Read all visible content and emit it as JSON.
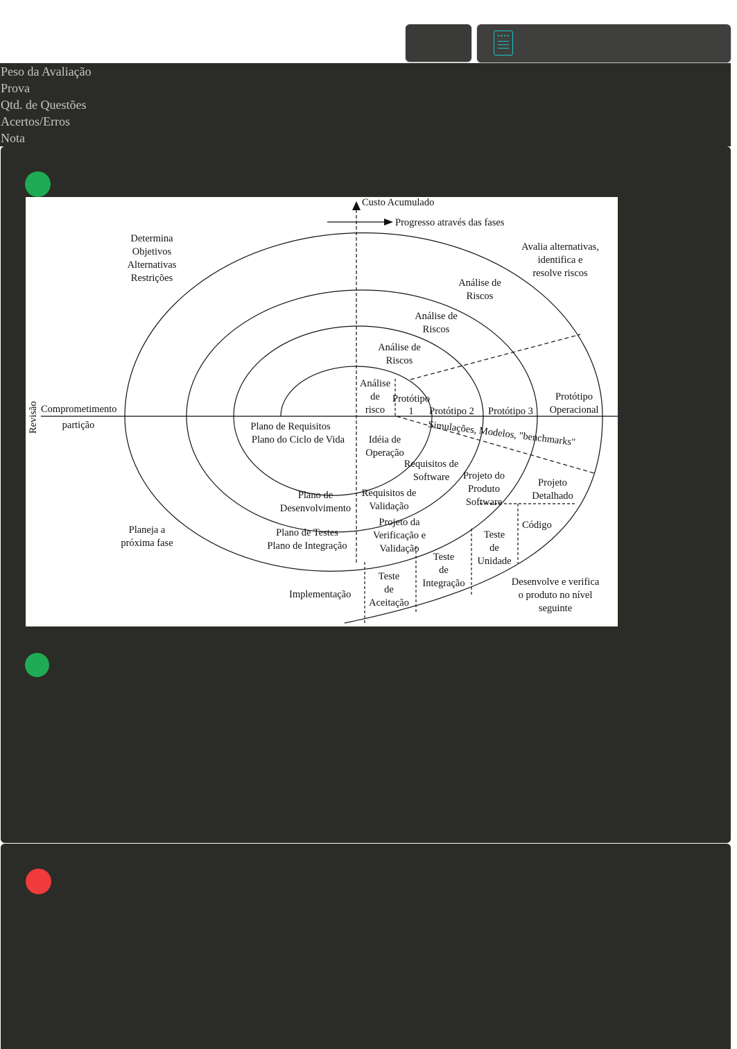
{
  "toolbar": {
    "small_button": "",
    "wide_button_icon": "document-icon"
  },
  "summary": {
    "labels": [
      "Peso da Avaliação",
      "Prova",
      "Qtd. de Questões",
      "Acertos/Erros",
      "Nota"
    ]
  },
  "status_colors": {
    "correct": "#1faa55",
    "wrong": "#ef3b3b"
  },
  "question1": {
    "status": "correct",
    "answer_status": "correct",
    "diagram": {
      "custo": "Custo Acumulado",
      "progresso": "Progresso através das fases",
      "determina": [
        "Determina",
        "Objetivos",
        "Alternativas",
        "Restrições"
      ],
      "avalia": [
        "Avalia alternativas,",
        "identifica e",
        "resolve riscos"
      ],
      "analise_riscos_outer": [
        "Análise de",
        "Riscos"
      ],
      "analise_riscos_2": [
        "Análise de",
        "Riscos"
      ],
      "analise_riscos_3": [
        "Análise de",
        "Riscos"
      ],
      "analise_risco_inner": [
        "Análise",
        "de",
        "risco"
      ],
      "prototipo1": [
        "Protótipo",
        "1"
      ],
      "prototipo2": "Protótipo 2",
      "prototipo3": "Protótipo 3",
      "prototipo_op": [
        "Protótipo",
        "Operacional"
      ],
      "revisao": "Revisão",
      "comprometimento": "Comprometimento",
      "particao": "partição",
      "plano_requisitos": [
        "Plano de Requisitos",
        "Plano do Ciclo de Vida"
      ],
      "ideia": [
        "Idéia de",
        "Operação"
      ],
      "simulacoes": "Simulações, Modelos, \"benchmarks\"",
      "requisitos_software": [
        "Requisitos de",
        "Software"
      ],
      "projeto_produto": [
        "Projeto do",
        "Produto",
        "Software"
      ],
      "projeto_detalhado": [
        "Projeto",
        "Detalhado"
      ],
      "plano_desenvolvimento": [
        "Plano de",
        "Desenvolvimento"
      ],
      "requisitos_validacao": [
        "Requisitos de",
        "Validação"
      ],
      "codigo": "Código",
      "planeja": [
        "Planeja a",
        "próxima fase"
      ],
      "plano_testes": [
        "Plano de Testes",
        "Plano de Integração"
      ],
      "projeto_verificacao": [
        "Projeto da",
        "Verificação e",
        "Validação"
      ],
      "teste_unidade": [
        "Teste",
        "de",
        "Unidade"
      ],
      "teste_integracao": [
        "Teste",
        "de",
        "Integração"
      ],
      "teste_aceitacao": [
        "Teste",
        "de",
        "Aceitação"
      ],
      "implementacao": "Implementação",
      "desenvolve": [
        "Desenvolve e verifica",
        "o produto no nível",
        "seguinte"
      ]
    }
  },
  "question2": {
    "status": "wrong"
  }
}
